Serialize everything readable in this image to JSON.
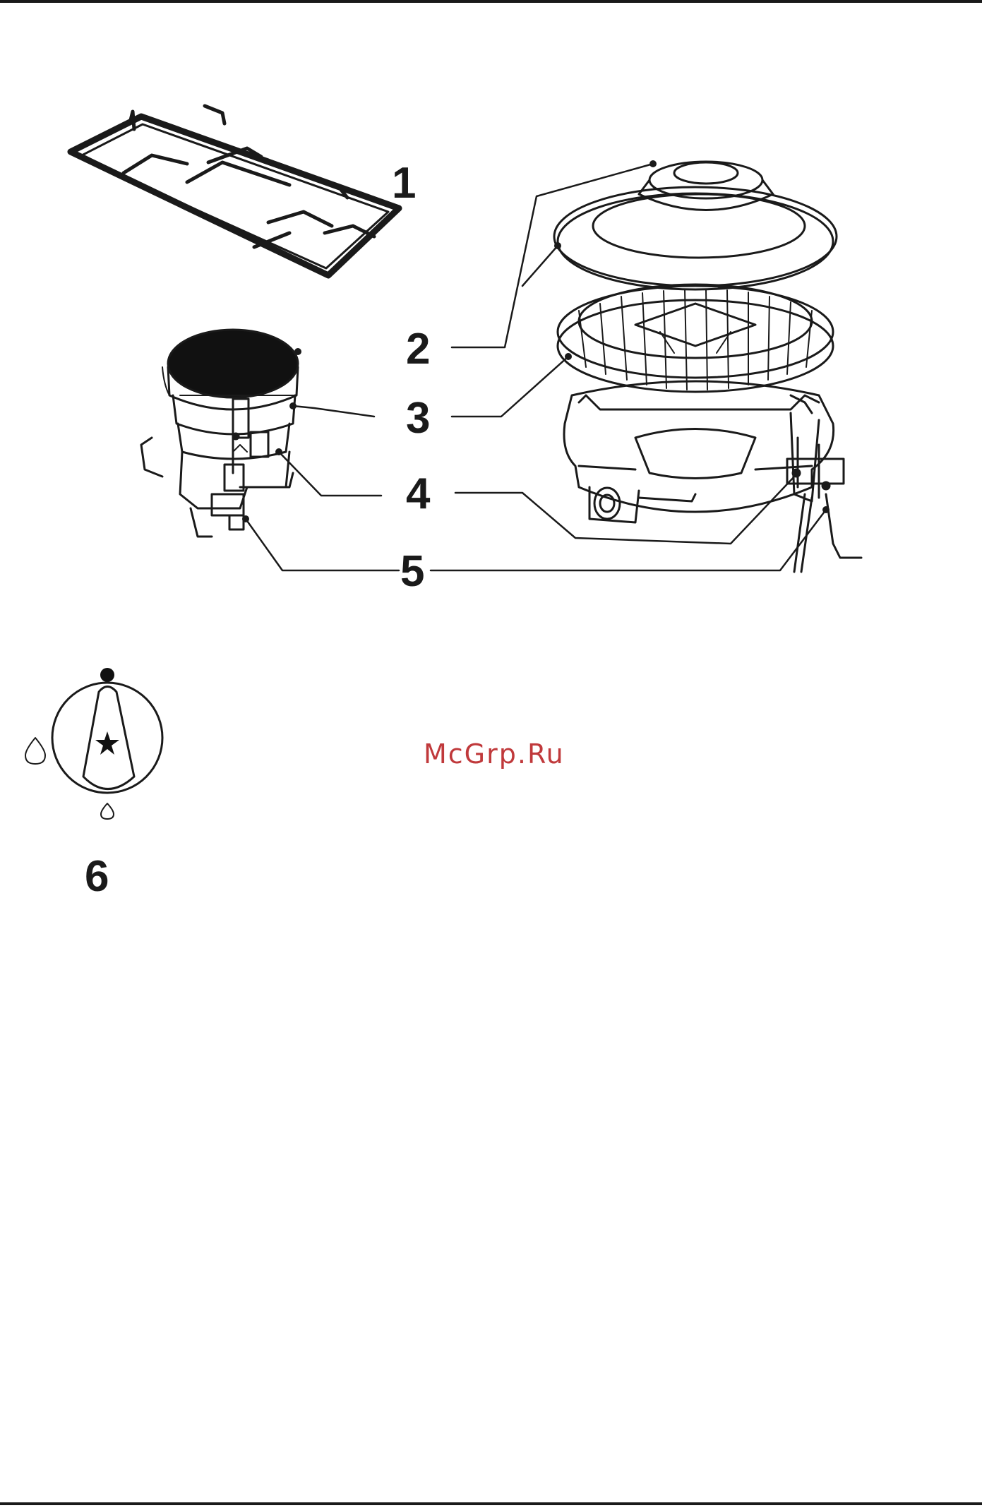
{
  "callouts": {
    "c1": "1",
    "c2": "2",
    "c3": "3",
    "c4": "4",
    "c5": "5",
    "c6": "6"
  },
  "watermark": "McGrp.Ru",
  "knob_symbols": {
    "top": "off-dot",
    "left": "large-flame-icon",
    "bottom": "small-flame-icon",
    "center": "ignition-star-icon"
  }
}
